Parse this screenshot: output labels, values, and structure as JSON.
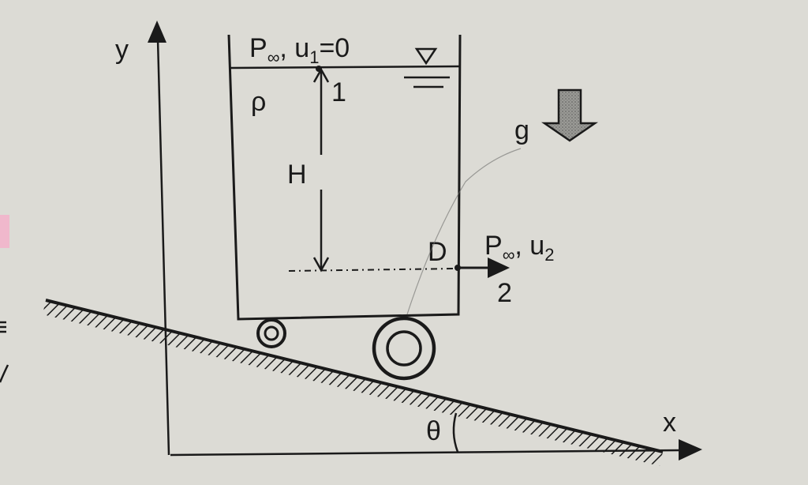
{
  "diagram": {
    "axes": {
      "x_label": "x",
      "y_label": "y"
    },
    "tank": {
      "surface_label_P": "P",
      "surface_label_inf": "∞",
      "surface_label_u": ", u",
      "surface_label_u_sub": "1",
      "surface_label_u_eq": "=0",
      "density_label": "ρ",
      "point1_label": "1",
      "height_label": "H",
      "free_surface_symbol": "▽"
    },
    "outlet": {
      "diameter_label": "D",
      "jet_label_P": "P",
      "jet_label_inf": "∞",
      "jet_label_u": ", u",
      "jet_label_u_sub": "2",
      "point2_label": "2"
    },
    "gravity": {
      "label": "g"
    },
    "incline": {
      "angle_label": "θ"
    },
    "colors": {
      "paper": "#dcdbd5",
      "ink": "#1a1a1a",
      "gravity_arrow_fill": "#9a9a96",
      "margin_mark": "#f0b8cc"
    }
  }
}
